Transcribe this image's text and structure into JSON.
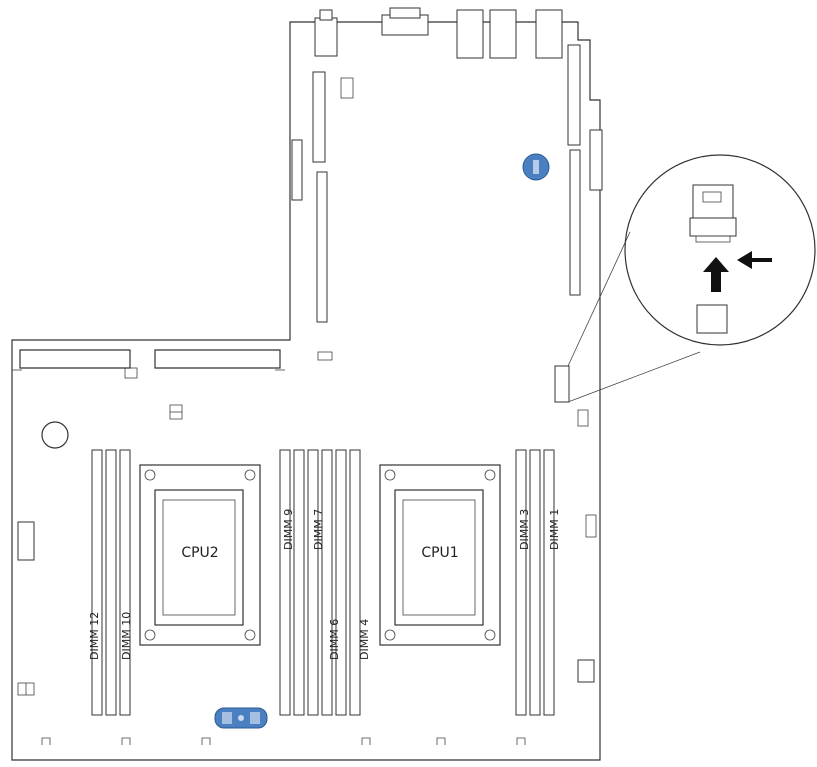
{
  "diagram": {
    "cpu_labels": {
      "cpu1": "CPU1",
      "cpu2": "CPU2"
    },
    "dimm_labels": {
      "dimm1": "DIMM 1",
      "dimm3": "DIMM 3",
      "dimm4": "DIMM 4",
      "dimm6": "DIMM 6",
      "dimm7": "DIMM 7",
      "dimm9": "DIMM 9",
      "dimm10": "DIMM 10",
      "dimm12": "DIMM 12"
    },
    "colors": {
      "board_line": "#333333",
      "highlight_blue": "#4a7fc1",
      "background": "#ffffff"
    },
    "icons": [
      "standoff-highlight-icon",
      "connector-highlight-icon",
      "callout-connector-icon",
      "insertion-arrow-icon",
      "push-arrow-icon"
    ]
  }
}
